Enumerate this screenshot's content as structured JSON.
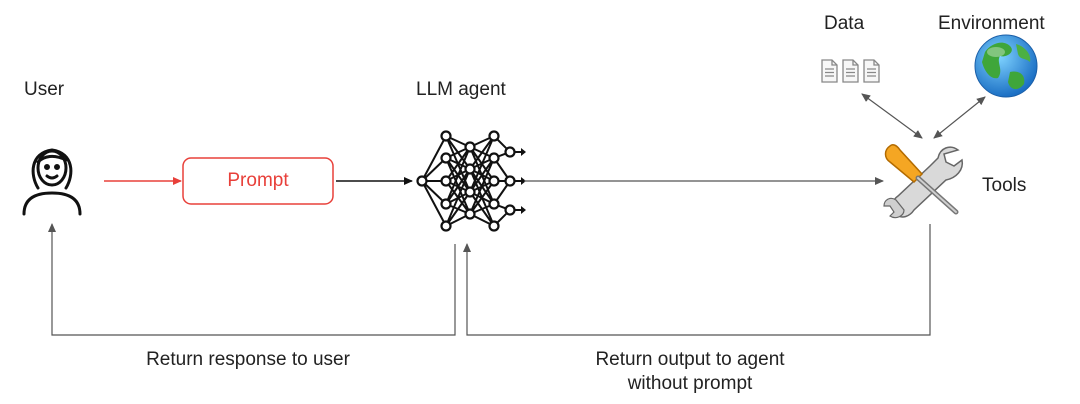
{
  "labels": {
    "user": "User",
    "llm_agent": "LLM agent",
    "data": "Data",
    "environment": "Environment",
    "tools": "Tools",
    "prompt": "Prompt",
    "return_response": "Return response to user",
    "return_output_line1": "Return output to agent",
    "return_output_line2": "without prompt"
  },
  "icons": {
    "user": "person-outline-icon",
    "agent": "neural-network-icon",
    "data": "document-icon",
    "environment": "globe-icon",
    "tools": "wrench-screwdriver-icon"
  },
  "colors": {
    "prompt": "#e8403a",
    "line": "#555555",
    "black": "#111111",
    "handle": "#f5a623"
  }
}
